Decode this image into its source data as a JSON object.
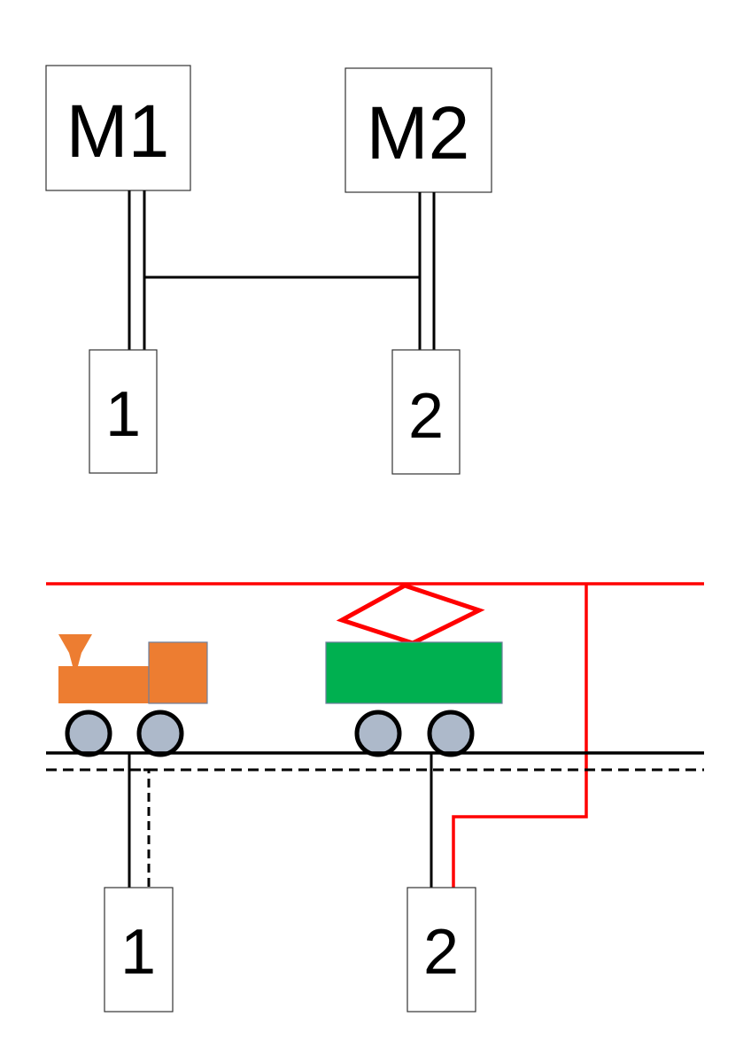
{
  "top_diagram": {
    "box_m1": "M1",
    "box_m2": "M2",
    "box_1": "1",
    "box_2": "2"
  },
  "bottom_diagram": {
    "box_1": "1",
    "box_2": "2"
  },
  "colors": {
    "locomotive": "#ED7D31",
    "electric_car": "#00B050",
    "wheel_fill": "#ADB9CA",
    "overhead_line": "#FF0000",
    "line": "#000000"
  }
}
